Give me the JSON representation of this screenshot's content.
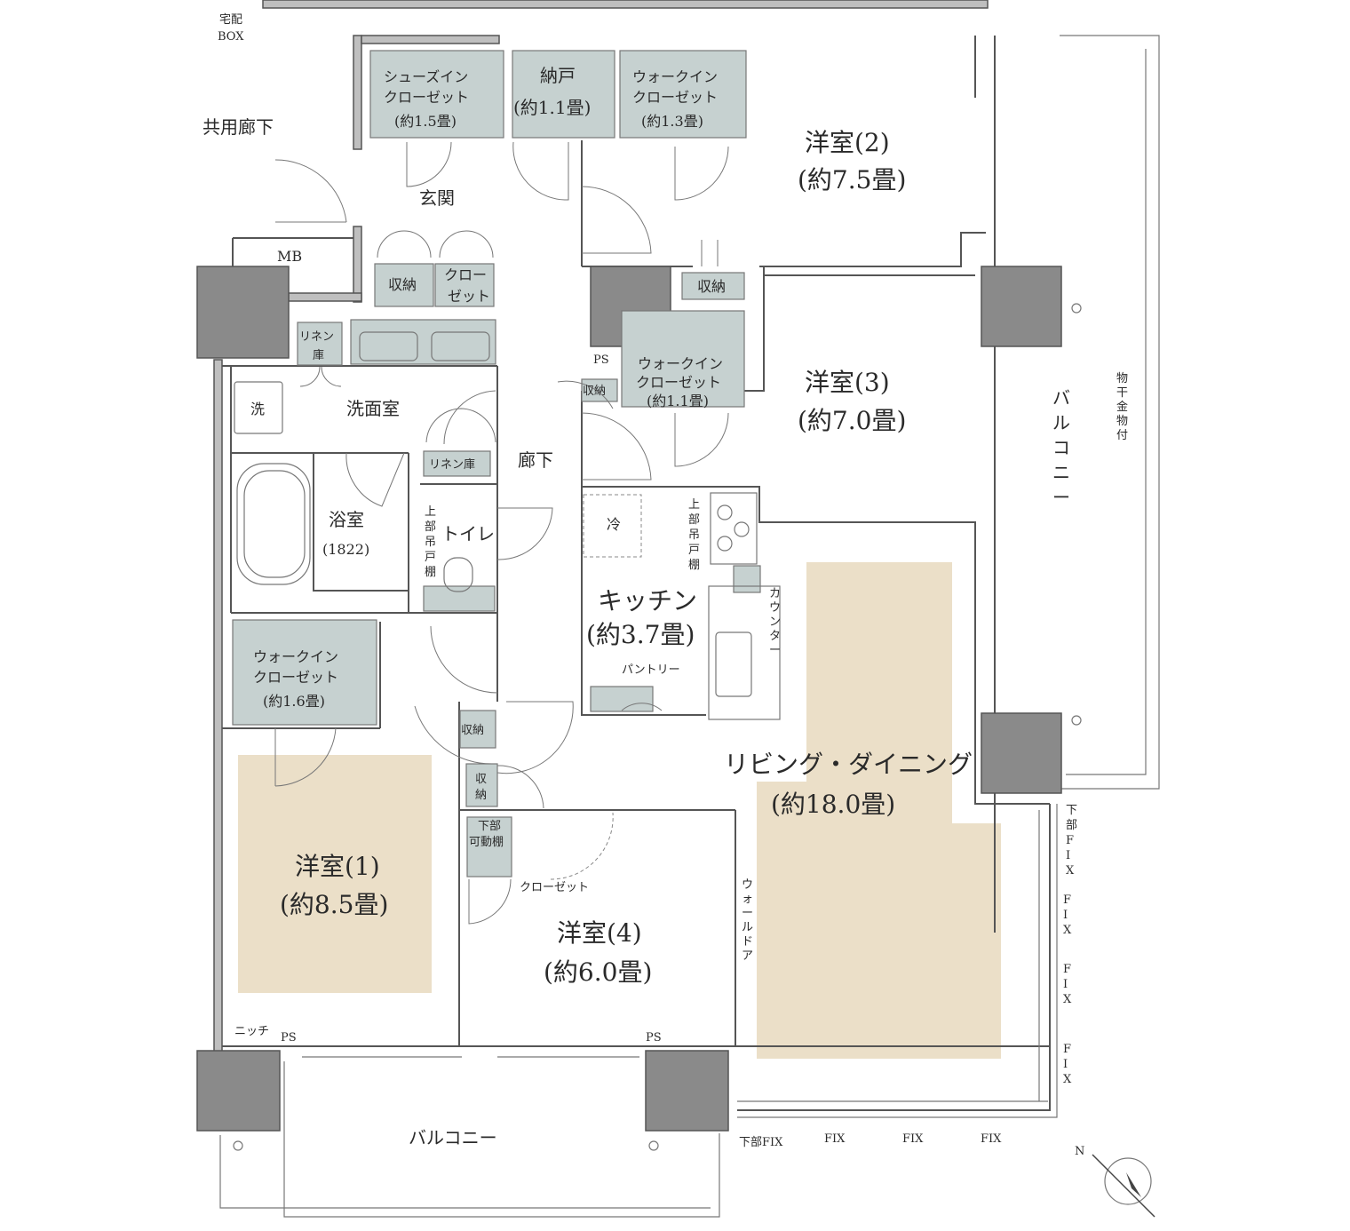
{
  "rooms": {
    "western1": {
      "name": "洋室(1)",
      "size": "(約8.5畳)"
    },
    "western2": {
      "name": "洋室(2)",
      "size": "(約7.5畳)"
    },
    "western3": {
      "name": "洋室(3)",
      "size": "(約7.0畳)"
    },
    "western4": {
      "name": "洋室(4)",
      "size": "(約6.0畳)"
    },
    "living": {
      "name": "リビング・ダイニング",
      "size": "(約18.0畳)"
    },
    "kitchen": {
      "name": "キッチン",
      "size": "(約3.7畳)"
    },
    "bath": {
      "name": "浴室",
      "size": "(1822)"
    },
    "washroom": {
      "name": "洗面室"
    },
    "toilet": {
      "name": "トイレ"
    },
    "corridor": {
      "name": "廊下"
    },
    "entrance": {
      "name": "玄関"
    },
    "common_corridor": {
      "name": "共用廊下"
    },
    "nando": {
      "name": "納戸",
      "size": "(約1.1畳)"
    }
  },
  "closets": {
    "shoes_in": {
      "line1": "シューズイン",
      "line2": "クローゼット",
      "size": "(約1.5畳)"
    },
    "wic_top": {
      "line1": "ウォークイン",
      "line2": "クローゼット",
      "size": "(約1.3畳)"
    },
    "wic_mid": {
      "line1": "ウォークイン",
      "line2": "クローゼット",
      "size": "(約1.1畳)"
    },
    "wic_left": {
      "line1": "ウォークイン",
      "line2": "クローゼット",
      "size": "(約1.6畳)"
    }
  },
  "labels": {
    "delivery_box_1": "宅配",
    "delivery_box_2": "BOX",
    "mb": "MB",
    "storage": "収納",
    "closet_1": "クロー",
    "closet_2": "ゼット",
    "linen_1": "リネン",
    "linen_2": "庫",
    "linen_storage": "リネン庫",
    "washer": "洗",
    "ps": "PS",
    "fridge": "冷",
    "upper_cabinet": [
      "上",
      "部",
      "吊",
      "戸",
      "棚"
    ],
    "counter": [
      "カ",
      "ウ",
      "ン",
      "タ",
      "ー"
    ],
    "pantry": "パントリー",
    "storage_vertical": [
      "収",
      "納"
    ],
    "lower_shelf_1": "下部",
    "lower_shelf_2": "可動棚",
    "closet_label": "クローゼット",
    "wall_door": [
      "ウ",
      "ォ",
      "ー",
      "ル",
      "ド",
      "ア"
    ],
    "niche": "ニッチ",
    "balcony_bottom": "バルコニー",
    "balcony_right": [
      "バ",
      "ル",
      "コ",
      "ニ",
      "ー"
    ],
    "drying_hardware": [
      "物",
      "干",
      "金",
      "物",
      "付"
    ],
    "lower_fix": "下部FIX",
    "fix": "FIX",
    "lower_fix_vertical": [
      "下",
      "部",
      "F",
      "I",
      "X"
    ],
    "fix_vertical": [
      "F",
      "I",
      "X"
    ],
    "compass_n": "N"
  }
}
